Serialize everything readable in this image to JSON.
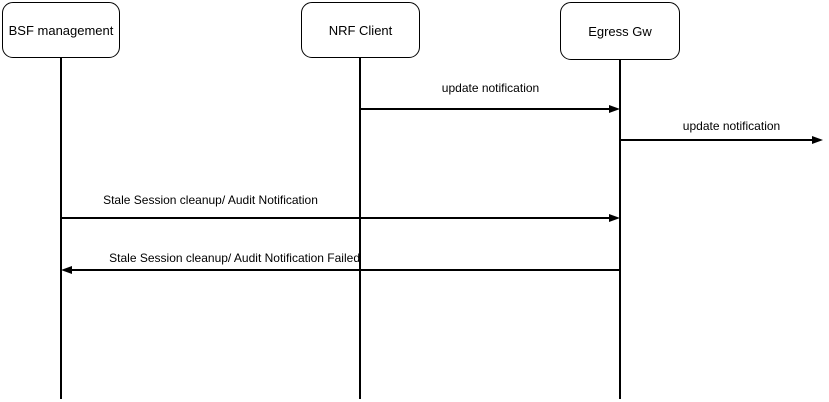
{
  "diagram": {
    "type": "sequence-diagram",
    "colors": {
      "stroke": "#000000",
      "fill": "#ffffff",
      "text": "#000000"
    },
    "actors": [
      {
        "label": "BSF management"
      },
      {
        "label": "NRF Client"
      },
      {
        "label": "Egress Gw"
      }
    ],
    "messages": [
      {
        "label": "update notification",
        "from": "NRF Client",
        "to": "Egress Gw",
        "direction": "right"
      },
      {
        "label": "update notification",
        "from": "Egress Gw",
        "to": "right-edge",
        "direction": "right"
      },
      {
        "label": "Stale Session cleanup/ Audit Notification",
        "from": "BSF management",
        "to": "Egress Gw",
        "direction": "right"
      },
      {
        "label": "Stale Session cleanup/ Audit Notification Failed",
        "from": "Egress Gw",
        "to": "BSF management",
        "direction": "left"
      }
    ]
  }
}
